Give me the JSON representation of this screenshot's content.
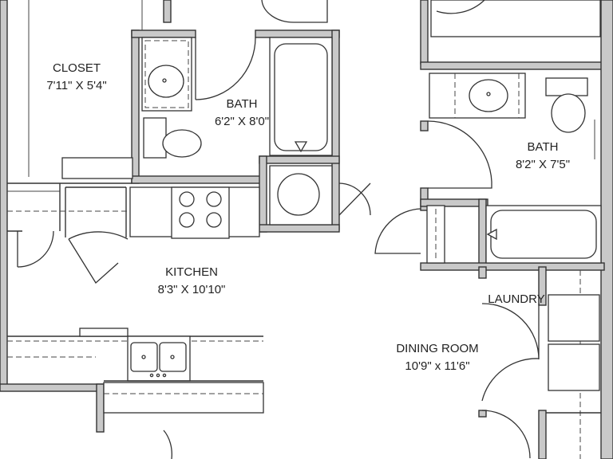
{
  "rooms": {
    "closet": {
      "name": "CLOSET",
      "size": "7'11\" X 5'4\""
    },
    "bath1": {
      "name": "BATH",
      "size": "6'2\" X 8'0\""
    },
    "bath2": {
      "name": "BATH",
      "size": "8'2\" X 7'5\""
    },
    "kitchen": {
      "name": "KITCHEN",
      "size": "8'3\" X 10'10\""
    },
    "laundry": {
      "name": "LAUNDRY"
    },
    "dining": {
      "name": "DINING ROOM",
      "size": "10'9\" x 11'6\""
    }
  },
  "colors": {
    "wall_fill": "#c9c9c9",
    "line": "#333333",
    "background": "#ffffff"
  }
}
